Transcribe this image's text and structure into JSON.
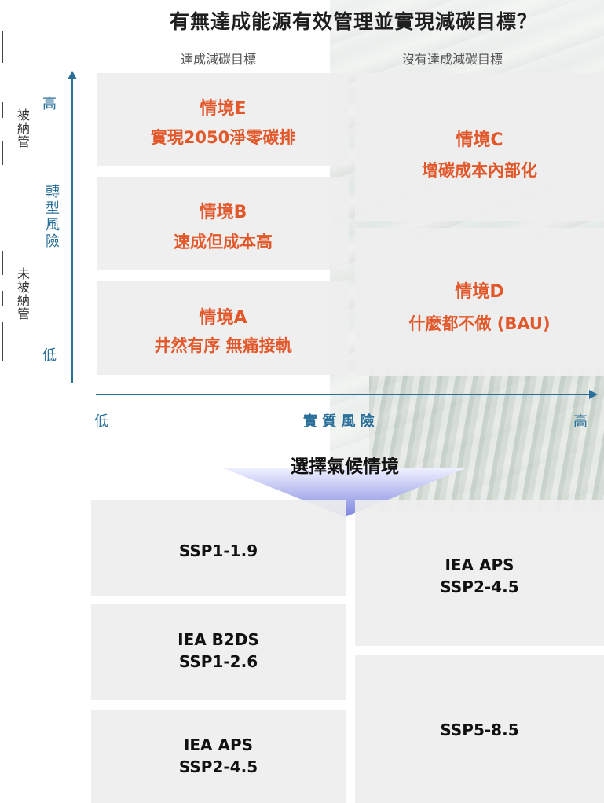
{
  "title": "有無達成能源有效管理並實現減碳目標？",
  "col_heads": {
    "left": "達成減碳目標",
    "right": "沒有達成減碳目標"
  },
  "side_labels": {
    "regulated": "被納管",
    "unregulated": "未被納管"
  },
  "y_axis": {
    "high": "高",
    "name": "轉型風險",
    "low": "低"
  },
  "x_axis": {
    "low": "低",
    "name": "實 質 風 險",
    "high": "高"
  },
  "scenarios": {
    "E": {
      "name": "情境E",
      "desc": "實現2050淨零碳排"
    },
    "B": {
      "name": "情境B",
      "desc": "速成但成本高"
    },
    "A": {
      "name": "情境A",
      "desc": "井然有序 無痛接軌"
    },
    "C": {
      "name": "情境C",
      "desc": "增碳成本內部化"
    },
    "D": {
      "name": "情境D",
      "desc": "什麼都不做 (BAU)"
    }
  },
  "arrow_label": "選擇氣候情境",
  "climate": {
    "left_top": [
      "SSP1-1.9"
    ],
    "left_mid": [
      "IEA B2DS",
      "SSP1-2.6"
    ],
    "left_bot": [
      "IEA APS",
      "SSP2-4.5"
    ],
    "right_top": [
      "IEA APS",
      "SSP2-4.5"
    ],
    "right_bot": [
      "SSP5-8.5"
    ]
  },
  "colors": {
    "accent": "#e2582a",
    "axis": "#2a6f9a",
    "arrow": "#8f95e6"
  }
}
